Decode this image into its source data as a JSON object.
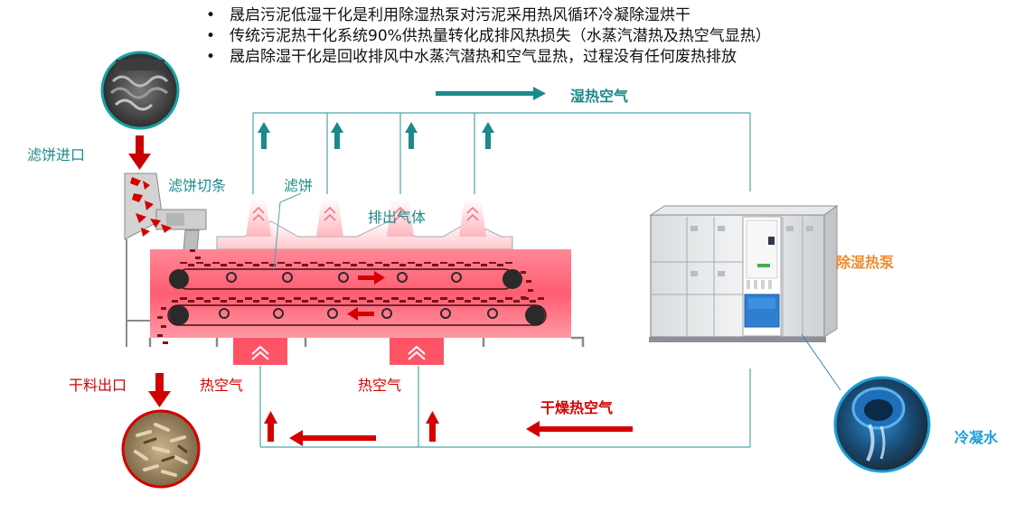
{
  "bullets": [
    "晟启污泥低湿干化是利用除湿热泵对污泥采用热风循环冷凝除湿烘干",
    "传统污泥热干化系统90%供热量转化成排风热损失（水蒸汽潜热及热空气显热）",
    "晟启除湿干化是回收排风中水蒸汽潜热和空气显热，过程没有任何废热排放"
  ],
  "labels": {
    "humid_air": "湿热空气",
    "filter_cake_inlet": "滤饼进口",
    "filter_cake_strip": "滤饼切条",
    "filter_cake": "滤饼",
    "exhaust_gas": "排出气体",
    "dehumidify_heat_pump": "除湿热泵",
    "dry_material_outlet": "干料出口",
    "hot_air_1": "热空气",
    "hot_air_2": "热空气",
    "dry_hot_air": "干燥热空气",
    "condensate_water": "冷凝水"
  },
  "colors": {
    "teal": "#1a8a8a",
    "red": "#d40000",
    "orange": "#ef8c2d",
    "cyan": "#1aa0d8",
    "dryer_pink": "#ff6f80"
  },
  "icons": {
    "dryer": "dryer-chamber",
    "heat_pump": "heat-pump-unit",
    "inlet_photo": "sludge-cake-photo",
    "outlet_photo": "dry-granules-photo",
    "water_photo": "condensate-pipe-photo"
  }
}
